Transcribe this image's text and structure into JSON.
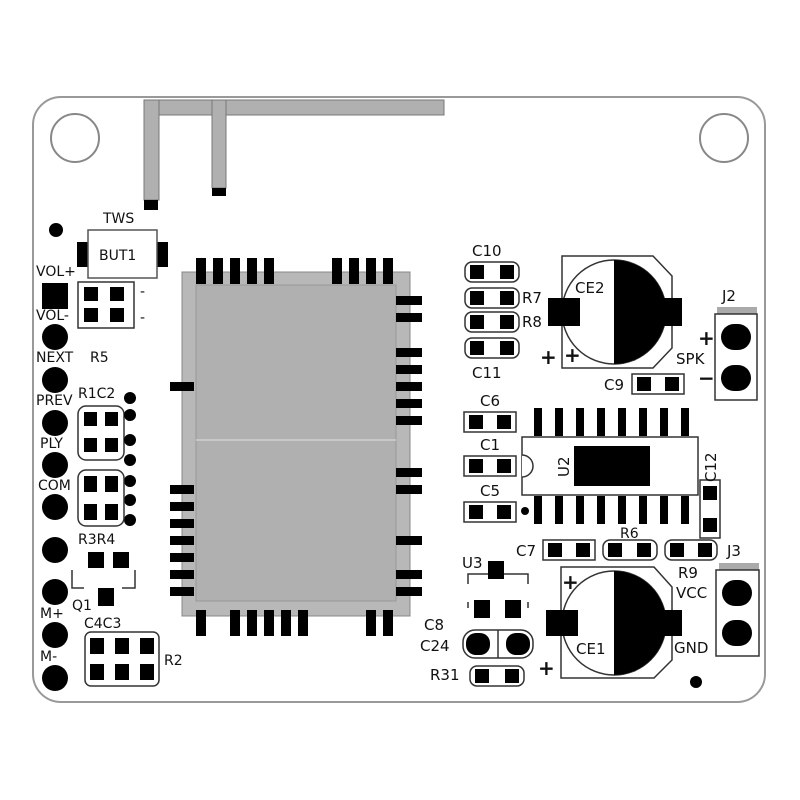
{
  "labels": {
    "tws": "TWS",
    "but1": "BUT1",
    "vol_plus": "VOL+",
    "vol_minus": "VOL-",
    "r5": "R5",
    "next": "NEXT",
    "prev": "PREV",
    "r1c2": "R1C2",
    "ply": "PLY",
    "com": "COM",
    "r3r4": "R3R4",
    "q1": "Q1",
    "m_plus": "M+",
    "c4c3": "C4C3",
    "m_minus": "M-",
    "r2": "R2",
    "c10": "C10",
    "r7": "R7",
    "r8": "R8",
    "c11": "C11",
    "ce2": "CE2",
    "j2": "J2",
    "spk": "SPK",
    "c9": "C9",
    "c6": "C6",
    "c1": "C1",
    "c5": "C5",
    "u2": "U2",
    "c12": "C12",
    "c7": "C7",
    "r6": "R6",
    "r9": "R9",
    "j3": "J3",
    "vcc": "VCC",
    "gnd": "GND",
    "u3": "U3",
    "c8": "C8",
    "c24": "C24",
    "r31": "R31",
    "ce1": "CE1",
    "plus": "+",
    "minus": "−",
    "dash": "-"
  },
  "colors": {
    "board": "#ffffff",
    "outline": "#999999",
    "pad": "#000000",
    "module": "#b0b0b0",
    "antenna": "#b0b0b0"
  }
}
